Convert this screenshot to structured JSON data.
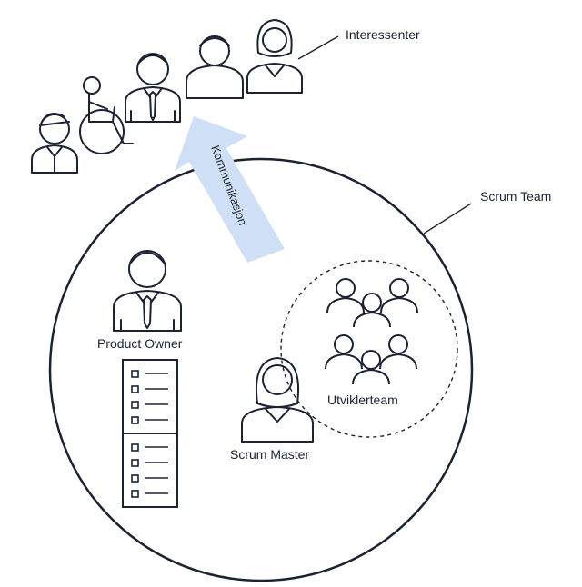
{
  "labels": {
    "interessenter": "Interessenter",
    "scrum_team": "Scrum Team",
    "kommunikasjon": "Kommunikasjon",
    "product_owner": "Product Owner",
    "scrum_master": "Scrum Master",
    "utviklerteam": "Utviklerteam"
  },
  "colors": {
    "ink": "#1c2233",
    "arrow": "#cfe0f6"
  },
  "icons": {
    "backlog": "backlog-list-icon",
    "team": "team-group-icon",
    "stakeholders": "person-icon"
  }
}
